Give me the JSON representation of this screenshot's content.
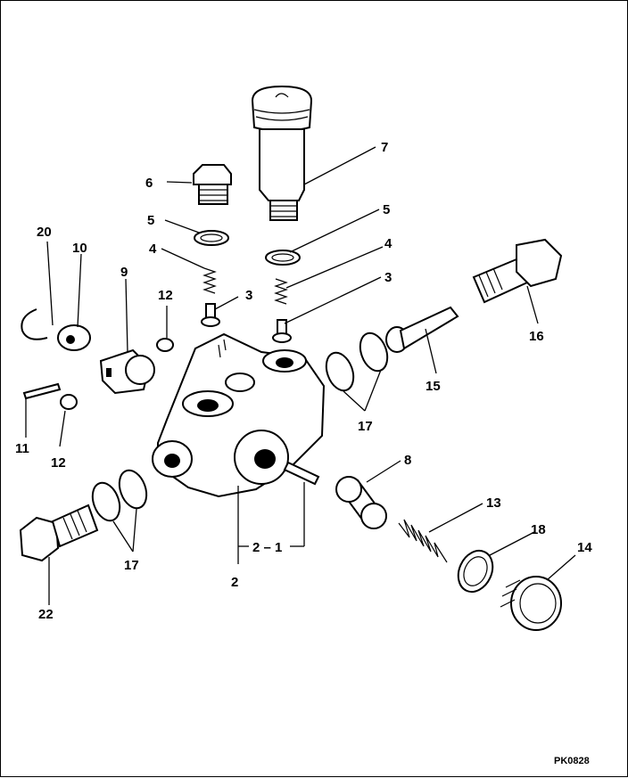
{
  "diagram": {
    "reference_code": "PK0828",
    "callouts": [
      {
        "id": "c6",
        "text": "6"
      },
      {
        "id": "c5a",
        "text": "5"
      },
      {
        "id": "c4a",
        "text": "4"
      },
      {
        "id": "c3a",
        "text": "3"
      },
      {
        "id": "c7",
        "text": "7"
      },
      {
        "id": "c5b",
        "text": "5"
      },
      {
        "id": "c4b",
        "text": "4"
      },
      {
        "id": "c3b",
        "text": "3"
      },
      {
        "id": "c20",
        "text": "20"
      },
      {
        "id": "c10",
        "text": "10"
      },
      {
        "id": "c9",
        "text": "9"
      },
      {
        "id": "c12a",
        "text": "12"
      },
      {
        "id": "c11",
        "text": "11"
      },
      {
        "id": "c12b",
        "text": "12"
      },
      {
        "id": "c16",
        "text": "16"
      },
      {
        "id": "c15",
        "text": "15"
      },
      {
        "id": "c17a",
        "text": "17"
      },
      {
        "id": "c8",
        "text": "8"
      },
      {
        "id": "c13",
        "text": "13"
      },
      {
        "id": "c18",
        "text": "18"
      },
      {
        "id": "c14",
        "text": "14"
      },
      {
        "id": "c2-1",
        "text": "2 – 1"
      },
      {
        "id": "c2",
        "text": "2"
      },
      {
        "id": "c17b",
        "text": "17"
      },
      {
        "id": "c22",
        "text": "22"
      }
    ]
  }
}
